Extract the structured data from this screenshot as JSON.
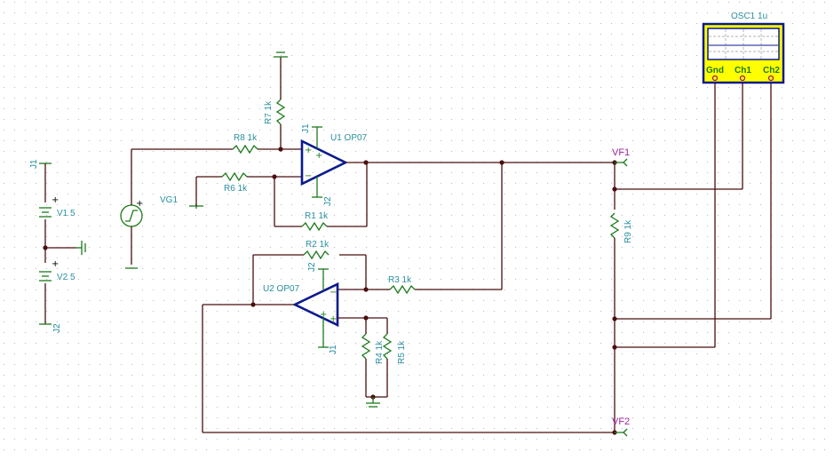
{
  "schematic": {
    "title": "Op-amp circuit with oscilloscope",
    "colors": {
      "wire": "#4a0f0f",
      "component": "#1b7a1b",
      "opamp": "#0b1a8c",
      "label": "#2a8fa0",
      "probe_label": "#a020a0",
      "oscilloscope_body": "#ffff00",
      "grid_dot": "#b8b8b8"
    },
    "sources": [
      {
        "name": "V1",
        "value": "5",
        "label": "V1 5"
      },
      {
        "name": "V2",
        "value": "5",
        "label": "V2 5"
      },
      {
        "name": "VG1",
        "label": "VG1"
      }
    ],
    "supply_jumpers": {
      "top": "J1",
      "bottom": "J2"
    },
    "resistors": [
      {
        "name": "R1",
        "label": "R1 1k"
      },
      {
        "name": "R2",
        "label": "R2 1k"
      },
      {
        "name": "R3",
        "label": "R3 1k"
      },
      {
        "name": "R4",
        "label": "R4 1k"
      },
      {
        "name": "R5",
        "label": "R5 1k"
      },
      {
        "name": "R6",
        "label": "R6 1k"
      },
      {
        "name": "R7",
        "label": "R7 1k"
      },
      {
        "name": "R8",
        "label": "R8 1k"
      },
      {
        "name": "R9",
        "label": "R9 1k"
      }
    ],
    "opamps": [
      {
        "name": "U1",
        "label": "U1 OP07",
        "vplus": "J1",
        "vminus": "J2"
      },
      {
        "name": "U2",
        "label": "U2 OP07",
        "vplus": "J1",
        "vminus": "J2"
      }
    ],
    "probes": [
      {
        "name": "VF1",
        "label": "VF1"
      },
      {
        "name": "VF2",
        "label": "VF2"
      }
    ],
    "oscilloscope": {
      "label": "OSC1 1u",
      "channels": [
        "Gnd",
        "Ch1",
        "Ch2"
      ]
    },
    "signs": {
      "plus": "+",
      "minus": "−"
    }
  }
}
